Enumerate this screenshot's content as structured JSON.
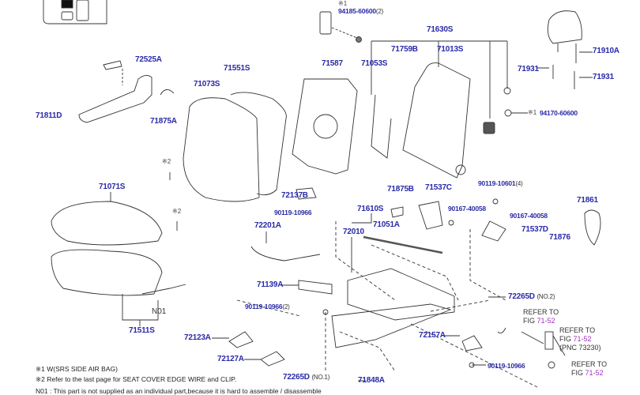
{
  "colors": {
    "part_label": "#2a2aa8",
    "refer_fig": "#a030c0",
    "line": "#333333"
  },
  "labels": {
    "p72525A": "72525A",
    "p71811D": "71811D",
    "p71875A": "71875A",
    "p71073S": "71073S",
    "p71551S": "71551S",
    "p71587": "71587",
    "p94185": "94185-60600",
    "p94185_qty": "(2)",
    "p71630S": "71630S",
    "p71759B": "71759B",
    "p71013S": "71013S",
    "p71053S": "71053S",
    "p71910A": "71910A",
    "p71931a": "71931",
    "p71931b": "71931",
    "p94170": "94170-60600",
    "p71071S": "71071S",
    "p72137B": "72137B",
    "p90119_10966a": "90119-10966",
    "p71875B": "71875B",
    "p71537C": "71537C",
    "p90119_10601": "90119-10601",
    "p90119_10601_qty": "(4)",
    "p71861": "71861",
    "p90167a": "90167-40058",
    "p90167b": "90167-40058",
    "p71610S": "71610S",
    "p71051A": "71051A",
    "p72010": "72010",
    "p72201A": "72201A",
    "p71537D": "71537D",
    "p71876": "71876",
    "p71139A": "71139A",
    "p72265D_2": "72265D",
    "p72265D_2_note": "(NO.2)",
    "p90119_10966b": "90119-10966",
    "p90119_10966b_qty": "(2)",
    "p72157A": "72157A",
    "p72123A": "72123A",
    "p90119_10966c": "90119-10966",
    "p72127A": "72127A",
    "p72265D_1": "72265D",
    "p72265D_1_note": "(NO.1)",
    "p71848A": "71848A",
    "pN01": "N01",
    "p71511S": "71511S"
  },
  "marks": {
    "m1": "※1",
    "m2": "※2"
  },
  "refer": {
    "refer_to": "REFER TO",
    "fig": "FIG",
    "fig_no": "71-52",
    "pnc": "(PNC 73230)"
  },
  "notes": [
    "※1 W(SRS SIDE AIR BAG)",
    "※2 Refer to the last page for SEAT COVER EDGE WIRE and CLIP.",
    "N01 : This part is not supplied as an individual part,because it is hard to assemble / disassemble"
  ]
}
